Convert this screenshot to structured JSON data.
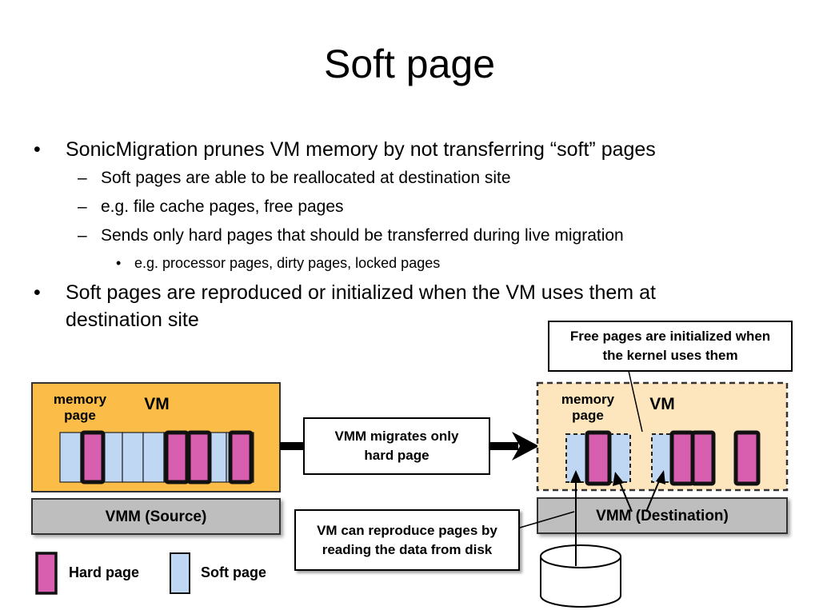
{
  "title": "Soft page",
  "bullets": [
    {
      "text": "SonicMigration prunes VM memory by not transferring “soft” pages"
    },
    {
      "text": "Soft pages are able to be reallocated at destination site"
    },
    {
      "text": "e.g. file cache pages, free pages"
    },
    {
      "text": "Sends only hard pages that should be transferred during live migration"
    },
    {
      "text": "e.g. processor pages,  dirty pages, locked pages"
    },
    {
      "text": "Soft pages are reproduced or initialized when the VM uses them at",
      "text2": "destination site"
    }
  ],
  "marks": {
    "bullet": "•",
    "dash": "–"
  },
  "diagram": {
    "source": {
      "memory_label_1": "memory",
      "memory_label_2": "page",
      "vm_label": "VM",
      "vmm_label": "VMM (Source)"
    },
    "destination": {
      "memory_label_1": "memory",
      "memory_label_2": "page",
      "vm_label": "VM",
      "vmm_label": "VMM (Destination)"
    },
    "migrate_callout": {
      "line1": "VMM migrates only",
      "line2": "hard page"
    },
    "free_callout": {
      "line1": "Free pages are initialized when",
      "line2": "the kernel uses them"
    },
    "disk_callout": {
      "line1": "VM can reproduce pages by",
      "line2": "reading the data from disk"
    },
    "legend": {
      "hard": "Hard page",
      "soft": "Soft page"
    },
    "colors": {
      "vm_fill": "#fbbd47",
      "dest_fill": "#fde6bd",
      "vmm_fill": "#bebebe",
      "hard": "#d85fb0",
      "soft": "#bfd7f3"
    }
  }
}
